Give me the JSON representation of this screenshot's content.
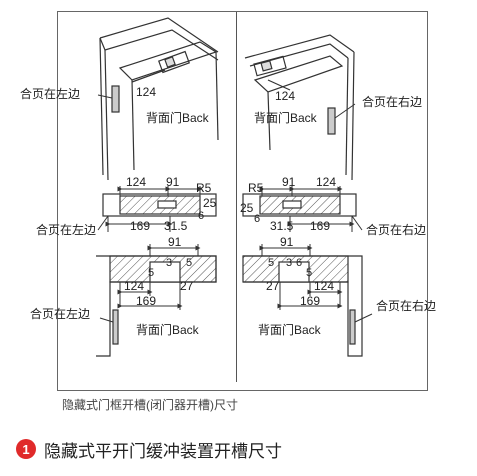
{
  "labels": {
    "hinge_left": "合页在左边",
    "hinge_right": "合页在右边",
    "back": "背面门Back"
  },
  "dims": {
    "d124": "124",
    "d91": "91",
    "d169": "169",
    "d31_5": "31.5",
    "d27": "27",
    "r5": "R5",
    "d25": "25",
    "d6": "6",
    "d3": "3",
    "d5": "5"
  },
  "caption": "隐藏式门框开槽(闭门器开槽)尺寸",
  "section": {
    "number": "1",
    "title": "隐藏式平开门缓冲装置开槽尺寸"
  },
  "colors": {
    "badge": "#e02a2a",
    "line": "#333333"
  }
}
